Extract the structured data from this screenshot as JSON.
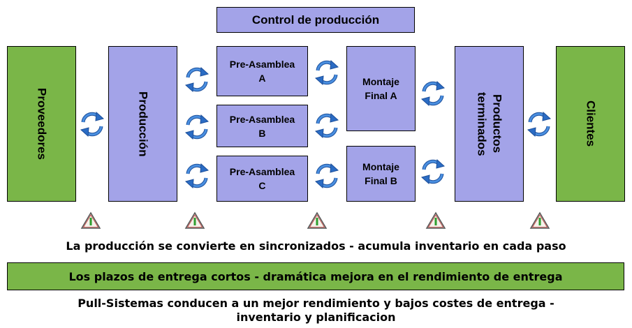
{
  "header": {
    "title": "Control de producción"
  },
  "nodes": {
    "proveedores": "Proveedores",
    "produccion": "Producción",
    "pre_a": "Pre-Asamblea\nA",
    "pre_b": "Pre-Asamblea\nB",
    "pre_c": "Pre-Asamblea\nC",
    "montaje_a": "Montaje\nFinal A",
    "montaje_b": "Montaje\nFinal B",
    "productos_terminados": "Productos\nterminados",
    "clientes": "Clientes"
  },
  "captions": {
    "line1": "La producción se convierte en sincronizados - acumula inventario en cada paso",
    "banner": "Los plazos de entrega cortos - dramática mejora en el rendimiento de entrega",
    "line3a": "Pull-Sistemas conducen a un mejor rendimiento y bajos costes de entrega -",
    "line3b": "inventario y planificacion"
  },
  "colors": {
    "green": "#7ab648",
    "purple": "#a3a3e8",
    "arrow_blue": "#2b6cc4",
    "warning": "#2e9e2e"
  },
  "icons": {
    "cycle": "cycle-arrows-icon",
    "warning": "inventory-warning-icon"
  }
}
